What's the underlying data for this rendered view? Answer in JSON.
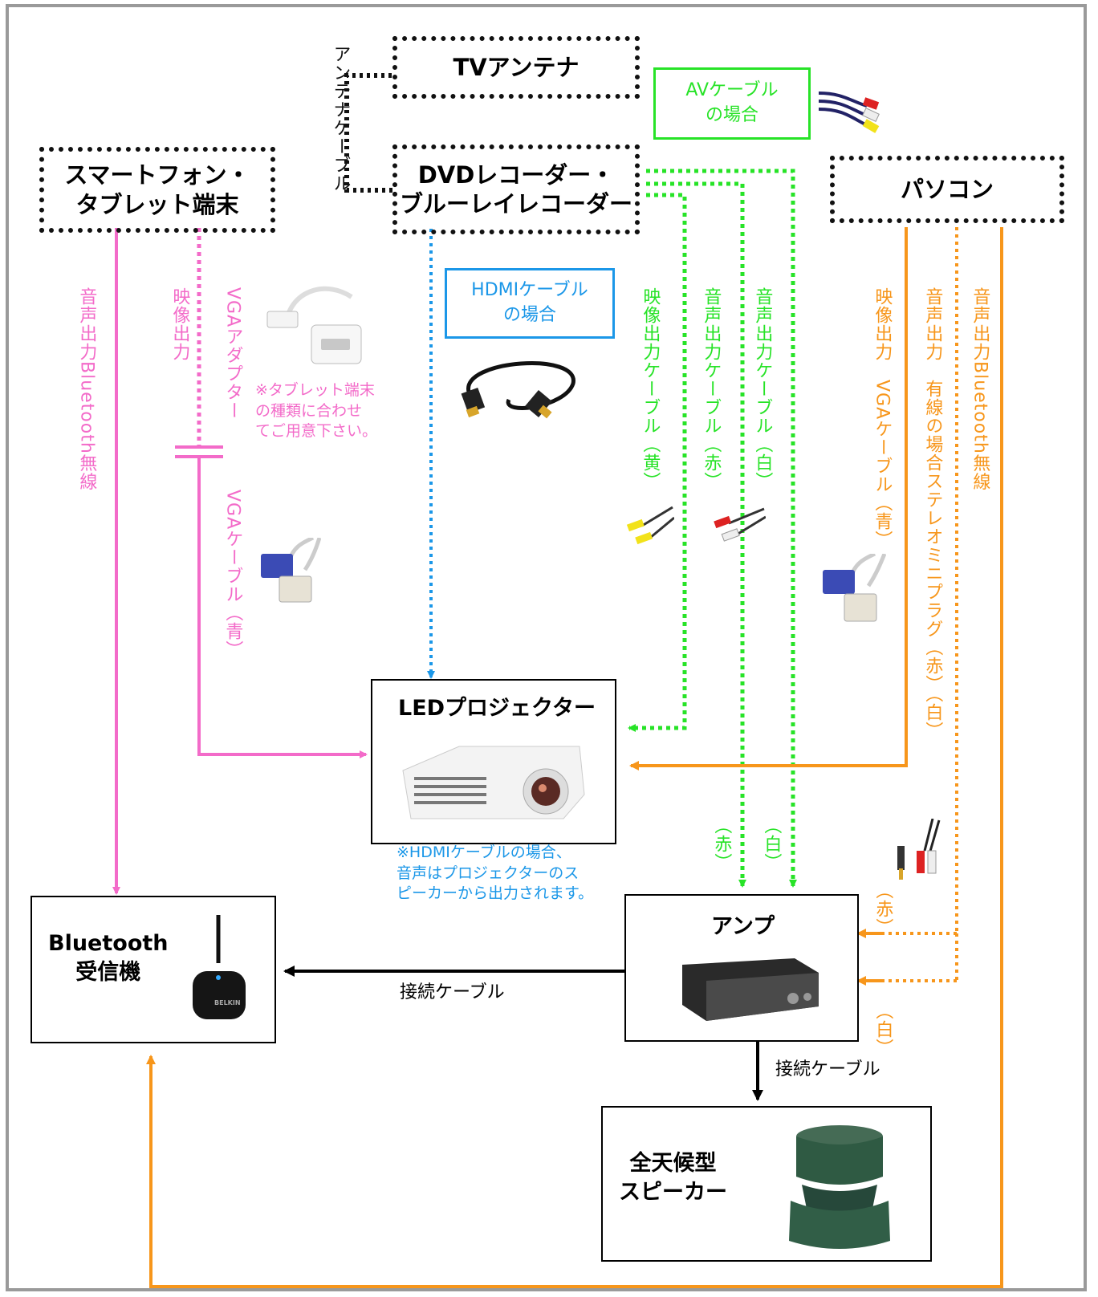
{
  "colors": {
    "pink": "#f36bc9",
    "blue": "#1b97e8",
    "green": "#27e327",
    "orange": "#f7961b",
    "black": "#000000"
  },
  "devices": {
    "tv_antenna": "TVアンテナ",
    "dvd_recorder": [
      "DVDレコーダー・",
      "ブルーレイレコーダー"
    ],
    "smartphone": [
      "スマートフォン・",
      "タブレット端末"
    ],
    "pc": "パソコン",
    "projector": "LEDプロジェクター",
    "bluetooth_receiver": [
      "Bluetooth",
      "受信機"
    ],
    "amp": "アンプ",
    "speaker": [
      "全天候型",
      "スピーカー"
    ]
  },
  "legends": {
    "av_cable": [
      "AVケーブル",
      "の場合"
    ],
    "hdmi_cable": [
      "HDMIケーブル",
      "の場合"
    ]
  },
  "labels": {
    "antenna_cable": "アンテナケーブル",
    "phone_bt": "音声出力Bluetooth無線",
    "phone_video": "映像出力",
    "vga_adapter": "VGAアダプター",
    "vga_cable_phone": "VGAケーブル（青）",
    "tablet_note": [
      "※タブレット端末",
      "の種類に合わせ",
      "てご用意下さい。"
    ],
    "dvd_video": "映像出力ケーブル（黄）",
    "dvd_audio_red": "音声出力ケーブル（赤）",
    "dvd_audio_white": "音声出力ケーブル（白）",
    "red_short": "（赤）",
    "white_short": "（白）",
    "pc_video": "映像出力　VGAケーブル（青）",
    "pc_audio_wired": "音声出力　有線の場合ステレオミニプラグ（赤）（白）",
    "pc_bt": "音声出力Bluetooth無線",
    "amp_red": "（赤）",
    "amp_white": "（白）",
    "hdmi_note": [
      "※HDMIケーブルの場合、",
      "音声はプロジェクターのス",
      "ピーカーから出力されます。"
    ],
    "connect_cable_bt": "接続ケーブル",
    "connect_cable_speaker": "接続ケーブル",
    "belkin": "BELKIN"
  }
}
